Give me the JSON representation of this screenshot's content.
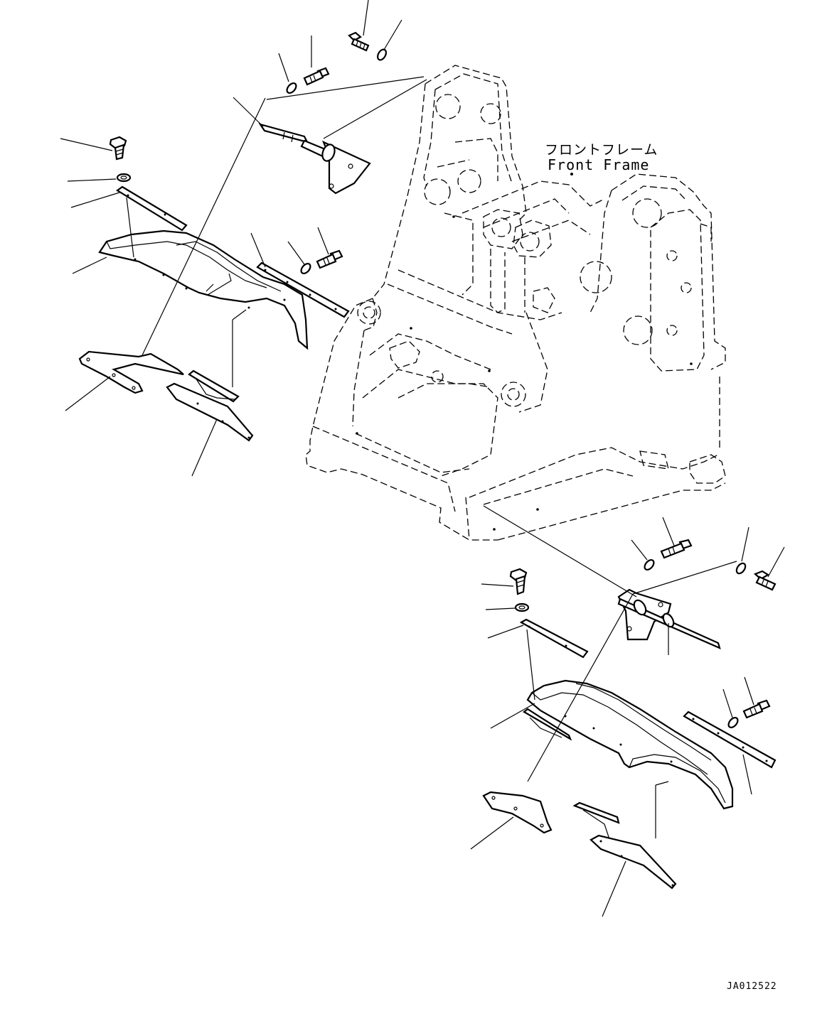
{
  "frame_label": {
    "japanese": "フロントフレーム",
    "english": "Front Frame"
  },
  "drawing_id": "JA012522"
}
